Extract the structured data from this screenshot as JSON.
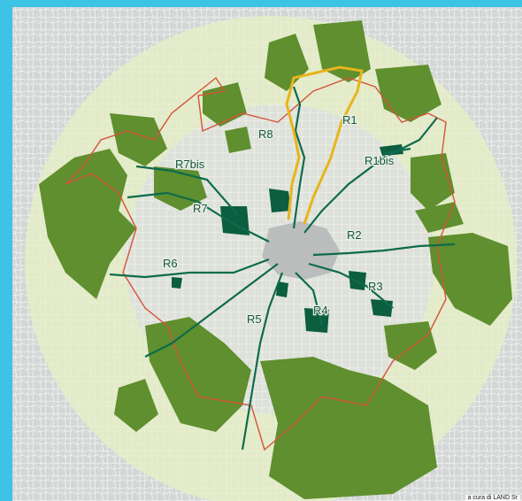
{
  "map": {
    "routes": [
      {
        "id": "R1",
        "label": "R1"
      },
      {
        "id": "R1bis",
        "label": "R1bis"
      },
      {
        "id": "R2",
        "label": "R2"
      },
      {
        "id": "R3",
        "label": "R3"
      },
      {
        "id": "R4",
        "label": "R4"
      },
      {
        "id": "R5",
        "label": "R5"
      },
      {
        "id": "R6",
        "label": "R6"
      },
      {
        "id": "R7",
        "label": "R7"
      },
      {
        "id": "R7bis",
        "label": "R7bis"
      },
      {
        "id": "R8",
        "label": "R8"
      }
    ],
    "credit": "a cura di LAND Sr"
  },
  "colors": {
    "frame": "#3cc3e6",
    "urban_fabric": "#cfd2d2",
    "ring_zone": "#e6efc6",
    "green_area": "#5f8f2e",
    "route_line": "#0e6b4b",
    "park_node": "#0b5e40",
    "boundary": "#d6543a",
    "highlight_route": "#e8b41c",
    "city_core": "#b7b9b9"
  }
}
